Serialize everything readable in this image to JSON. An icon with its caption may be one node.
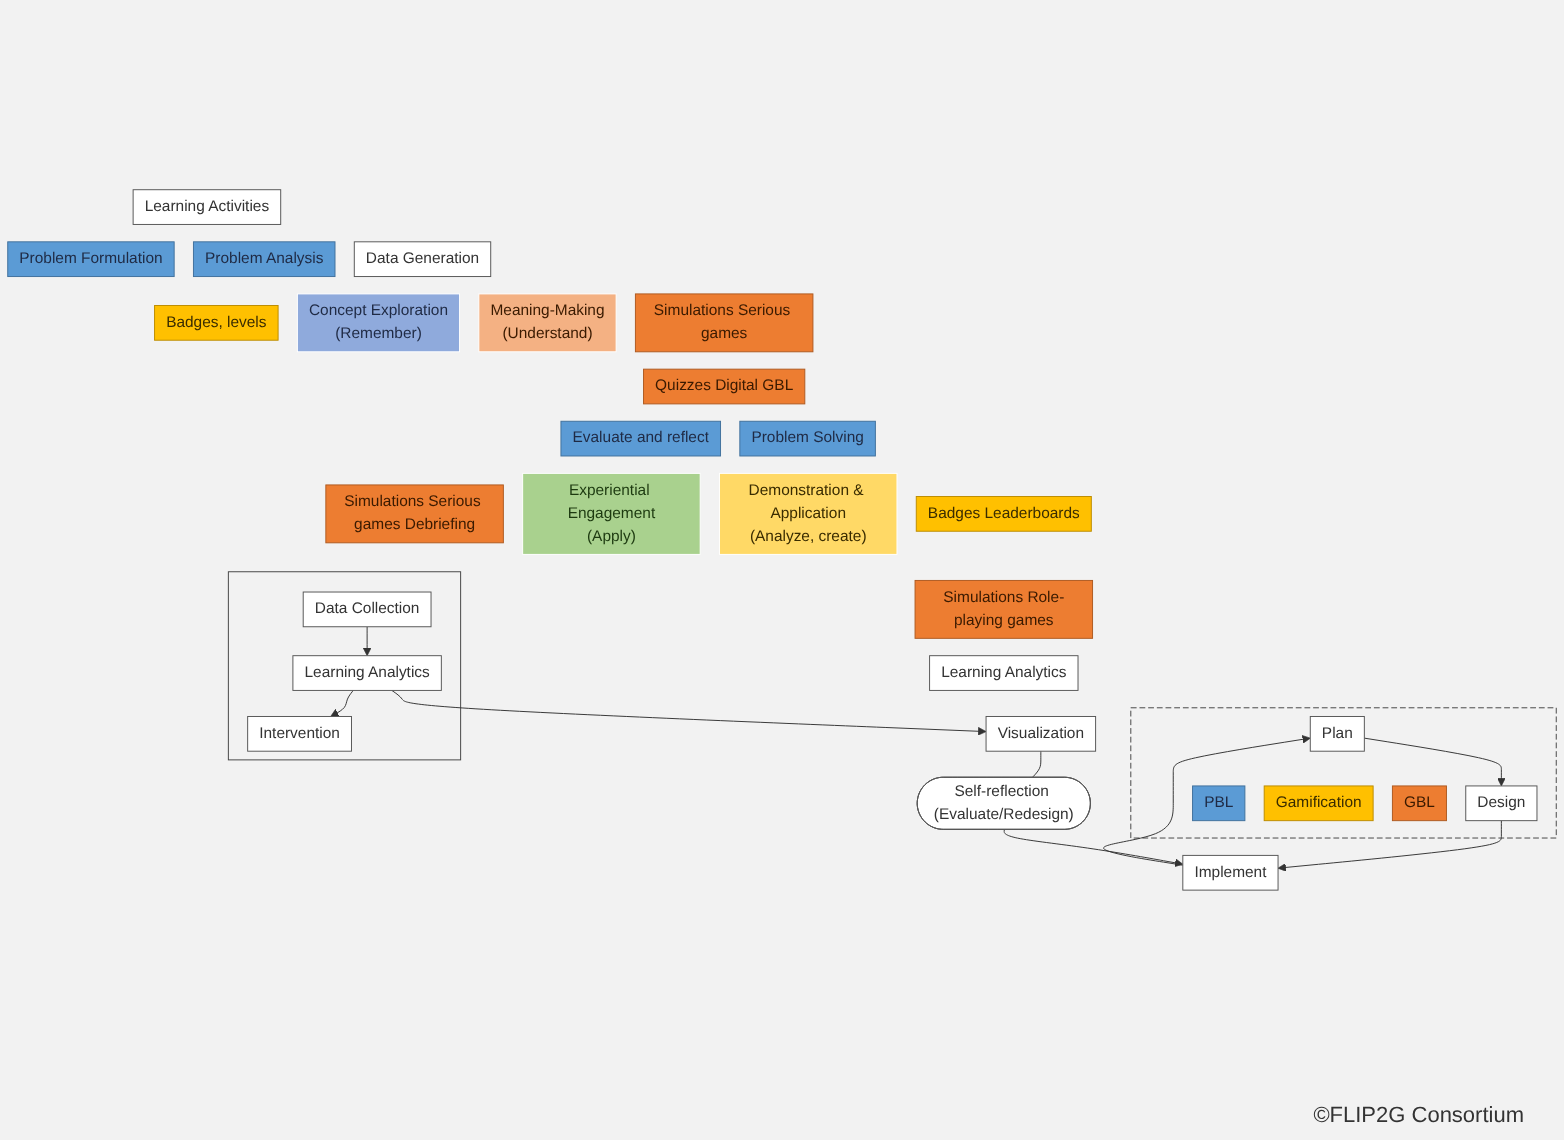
{
  "diagram": {
    "nodes": [
      {
        "text": [],
        "shape": "box"
      },
      {
        "text": [
          "Plan"
        ],
        "in": 0
      },
      {
        "text": [
          "Implement"
        ]
      },
      {
        "text": [
          "Design"
        ],
        "in": 0
      },
      {
        "text": [
          "PBL"
        ],
        "in": 0
      },
      {
        "text": [
          "Gamification"
        ],
        "in": 0
      },
      {
        "text": [
          "GBL"
        ],
        "in": 0
      },
      {
        "text": [
          "Learning Activities"
        ]
      },
      {
        "text": [
          "Problem Formulation"
        ]
      },
      {
        "text": [
          "Badges, levels"
        ]
      },
      {
        "text": [
          "Quizzes Digital GBL"
        ]
      },
      {
        "text": [
          "Concept Exploration",
          "(Remember)"
        ]
      },
      {
        "text": [
          "Meaning-Making",
          "(Understand)"
        ]
      },
      {
        "text": [
          "Problem Analysis"
        ]
      },
      {
        "text": [
          "Simulations Serious games"
        ]
      },
      {
        "text": [
          "Data Generation"
        ]
      },
      {
        "text": [
          "Evaluate and reflect"
        ]
      },
      {
        "text": [
          "Simulations Serious games Debriefing"
        ]
      },
      {
        "text": [
          "Experiential Engagement",
          "(Apply)"
        ]
      },
      {
        "text": [
          "Demonstration & Application",
          "(Analyze, create)"
        ]
      },
      {
        "text": [
          "Problem Solving"
        ]
      },
      {
        "text": [
          "Badges Leaderboards"
        ]
      },
      {
        "text": [
          "Simulations Role-playing games"
        ]
      },
      {
        "text": [],
        "shape": "box"
      },
      {
        "text": [
          "Intervention"
        ],
        "in": 23
      },
      {
        "text": [
          "Learning Analytics"
        ],
        "in": 23
      },
      {
        "text": [
          "Data Collection"
        ],
        "in": 23
      },
      {
        "text": [
          "Learning Analytics"
        ]
      },
      {
        "text": [
          "Self-reflection (Evaluate/Redesign)"
        ]
      },
      {
        "text": [
          "Visualization"
        ]
      }
    ],
    "edges": [
      {
        "from": 2,
        "to": 1,
        "arrow": "to"
      },
      {
        "from": 1,
        "to": 3,
        "arrow": "to"
      },
      {
        "from": 3,
        "to": 2,
        "arrow": "to"
      },
      {
        "from": 26,
        "to": 25,
        "arrow": "to"
      },
      {
        "from": 25,
        "to": 24,
        "arrow": "to"
      },
      {
        "from": 25,
        "to": 29,
        "arrow": "to"
      },
      {
        "from": 29,
        "to": 28,
        "arrow": "none"
      },
      {
        "from": 28,
        "to": 2,
        "arrow": "to"
      }
    ],
    "labels": [
      "©FLIP2G Consortium"
    ]
  }
}
